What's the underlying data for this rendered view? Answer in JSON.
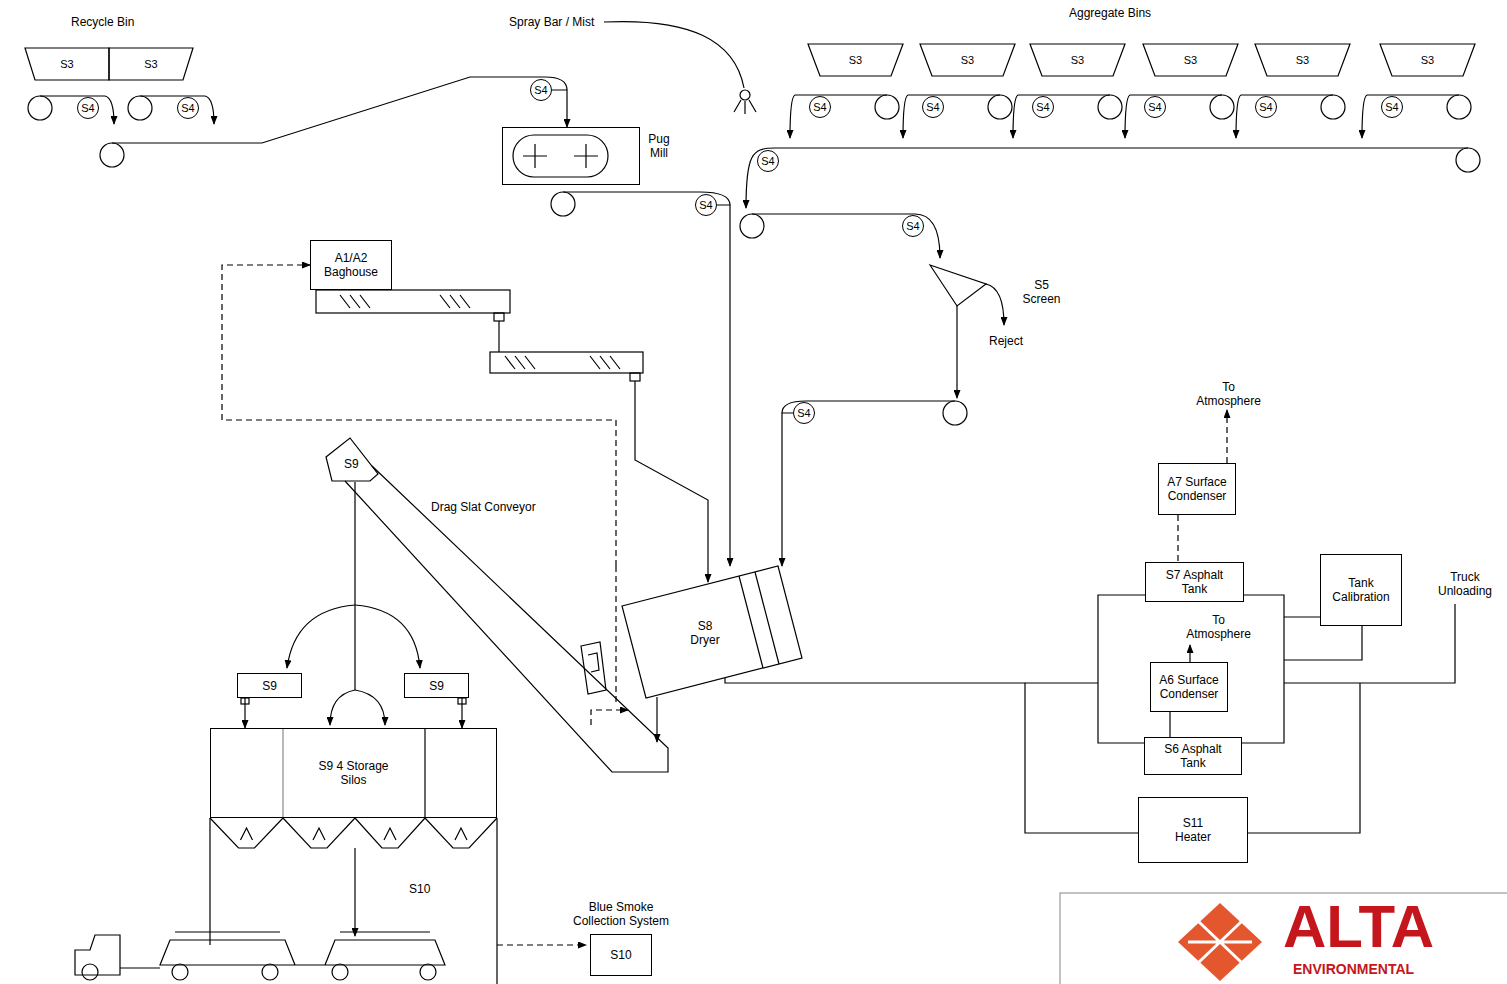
{
  "diagram": {
    "nodes": [
      {
        "text": [
          "S3"
        ]
      },
      {
        "text": [
          "S3"
        ]
      },
      {
        "text": [
          "S4"
        ]
      },
      {
        "text": [
          "S4"
        ]
      },
      {
        "text": [
          "S4"
        ]
      },
      {
        "text": [
          "Pug Mill"
        ]
      },
      {
        "text": [
          "S4"
        ]
      },
      {
        "text": [
          "S3"
        ]
      },
      {
        "text": [
          "S3"
        ]
      },
      {
        "text": [
          "S3"
        ]
      },
      {
        "text": [
          "S3"
        ]
      },
      {
        "text": [
          "S3"
        ]
      },
      {
        "text": [
          "S3"
        ]
      },
      {
        "text": [
          "S4"
        ]
      },
      {
        "text": [
          "S4"
        ]
      },
      {
        "text": [
          "S4"
        ]
      },
      {
        "text": [
          "S4"
        ]
      },
      {
        "text": [
          "S4"
        ]
      },
      {
        "text": [
          "S4"
        ]
      },
      {
        "text": [
          "S4"
        ]
      },
      {
        "text": [
          "S4"
        ]
      },
      {
        "text": [
          "S4"
        ]
      },
      {
        "text": [
          "A1/A2 Baghouse"
        ]
      },
      {
        "text": [
          "S8 Dryer"
        ]
      },
      {
        "text": [
          "S9"
        ]
      },
      {
        "text": [
          "S9"
        ]
      },
      {
        "text": [
          "S9 4 Storage Silos"
        ]
      },
      {
        "text": [
          "Blue Smoke Collection System",
          "S10"
        ]
      },
      {
        "text": [
          "A7 Surface Condenser"
        ]
      },
      {
        "text": [
          "S7 Asphalt Tank"
        ]
      },
      {
        "text": [
          "Tank Calibration"
        ]
      },
      {
        "text": [
          "A6 Surface Condenser"
        ]
      },
      {
        "text": [
          "S6 Asphalt Tank"
        ]
      },
      {
        "text": [
          "S11 Heater"
        ]
      }
    ],
    "edges": [
      {
        "from": 4,
        "to": 5,
        "arrow": "to"
      },
      {
        "from": 6,
        "to": 23,
        "arrow": "to"
      },
      {
        "from": 21,
        "to": 23,
        "arrow": "to"
      },
      {
        "from": 23,
        "to": 22,
        "arrow": "to"
      },
      {
        "from": 24,
        "to": 26,
        "arrow": "to"
      },
      {
        "from": 25,
        "to": 26,
        "arrow": "to"
      },
      {
        "from": 28,
        "to": 29,
        "arrow": "none"
      },
      {
        "from": 31,
        "to": 32,
        "arrow": "none"
      },
      {
        "from": 23,
        "to": 33,
        "arrow": "none"
      }
    ],
    "labels": [
      "Recycle Bin",
      "Spray Bar / Mist",
      "Aggregate Bins",
      "S5 Screen",
      "Reject",
      "S9",
      "Drag Slat Conveyor",
      "S10",
      "To Atmosphere",
      "To Atmosphere",
      "Truck Unloading",
      "ALTA",
      "ENVIRONMENTAL"
    ]
  }
}
